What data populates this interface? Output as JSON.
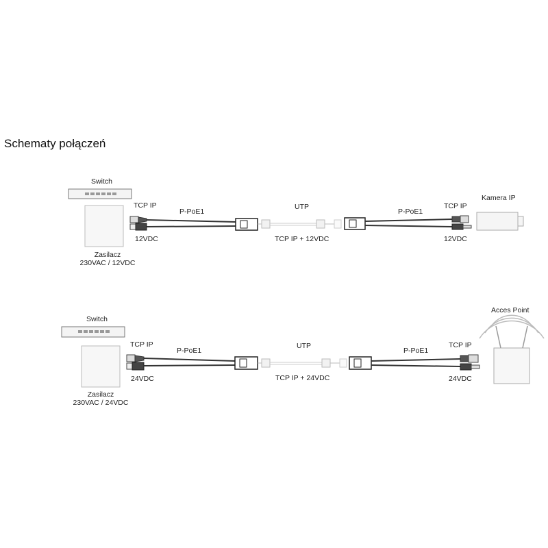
{
  "title": "Schematy połączeń",
  "diagram1": {
    "switch": "Switch",
    "tcp_ip_left": "TCP IP",
    "ppoe_left": "P-PoE1",
    "utp": "UTP",
    "ppoe_right": "P-PoE1",
    "tcp_ip_right": "TCP IP",
    "device": "Kamera IP",
    "vdc_left": "12VDC",
    "cable": "TCP IP + 12VDC",
    "vdc_right": "12VDC",
    "psu_line1": "Zasilacz",
    "psu_line2": "230VAC / 12VDC"
  },
  "diagram2": {
    "switch": "Switch",
    "tcp_ip_left": "TCP IP",
    "ppoe_left": "P-PoE1",
    "utp": "UTP",
    "ppoe_right": "P-PoE1",
    "tcp_ip_right": "TCP IP",
    "device": "Acces Point",
    "vdc_left": "24VDC",
    "cable": "TCP IP + 24VDC",
    "vdc_right": "24VDC",
    "psu_line1": "Zasilacz",
    "psu_line2": "230VAC / 24VDC"
  }
}
